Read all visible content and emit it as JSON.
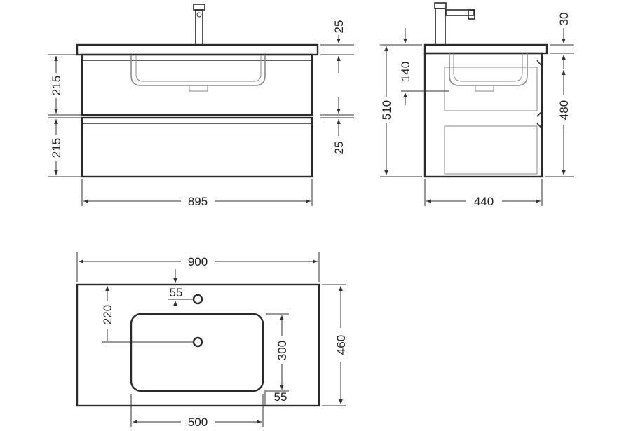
{
  "dimensions": {
    "front_view": {
      "width": "895",
      "drawer_top_height": "215",
      "drawer_bottom_height": "215",
      "top_thickness": "25",
      "gap": "25"
    },
    "side_view": {
      "depth": "440",
      "total_height": "510",
      "faucet_height": "30",
      "basin_depth": "140",
      "cabinet_height": "480"
    },
    "top_view": {
      "width": "900",
      "depth": "460",
      "tap_hole_offset": "55",
      "drain_offset": "220",
      "basin_depth": "300",
      "basin_margin": "55",
      "basin_width": "500"
    }
  },
  "colors": {
    "line": "#2b2b2b",
    "hidden_line": "#8a8a8a",
    "background": "#ffffff"
  }
}
